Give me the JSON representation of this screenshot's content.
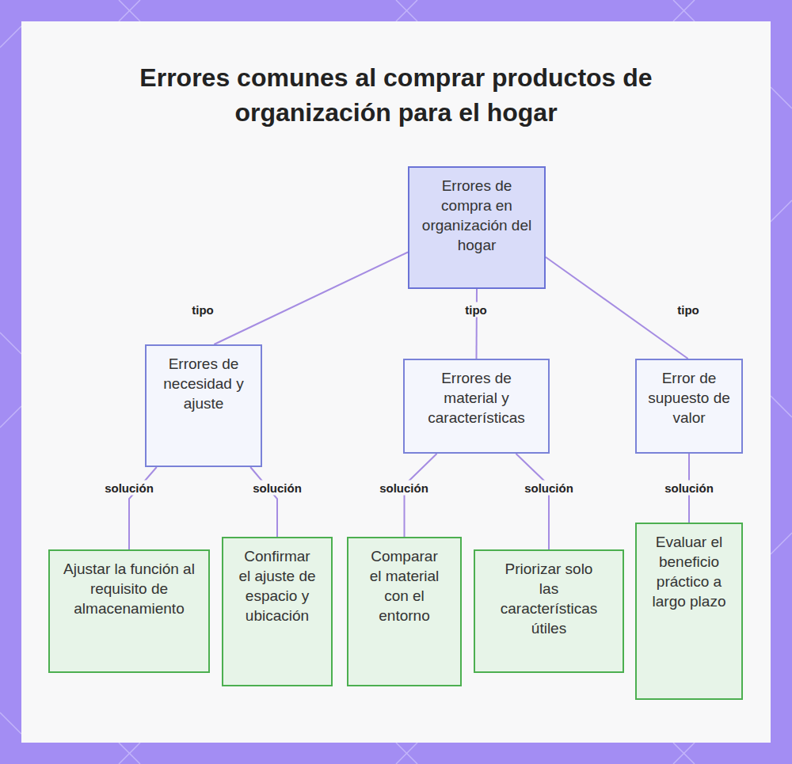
{
  "diagram": {
    "title": "Errores comunes al comprar productos de organización para el hogar",
    "nodes": [
      {
        "text": [
          "Errores de compra en organización del hogar"
        ]
      },
      {
        "text": [
          "Errores de necesidad y ajuste"
        ]
      },
      {
        "text": [
          "Errores de material y características"
        ]
      },
      {
        "text": [
          "Error de supuesto de valor"
        ]
      },
      {
        "text": [
          "Ajustar la función al requisito de almacenamiento"
        ]
      },
      {
        "text": [
          "Confirmar el ajuste de espacio y ubicación"
        ]
      },
      {
        "text": [
          "Comparar el material con el entorno"
        ]
      },
      {
        "text": [
          "Priorizar solo las características útiles"
        ]
      },
      {
        "text": [
          "Evaluar el beneficio práctico a largo plazo"
        ]
      }
    ],
    "edges": [
      {
        "from": 0,
        "to": 1,
        "label": "tipo",
        "arrow": "none"
      },
      {
        "from": 0,
        "to": 2,
        "label": "tipo",
        "arrow": "none"
      },
      {
        "from": 0,
        "to": 3,
        "label": "tipo",
        "arrow": "none"
      },
      {
        "from": 1,
        "to": 4,
        "label": "solución",
        "arrow": "none"
      },
      {
        "from": 1,
        "to": 5,
        "label": "solución",
        "arrow": "none"
      },
      {
        "from": 2,
        "to": 6,
        "label": "solución",
        "arrow": "none"
      },
      {
        "from": 2,
        "to": 7,
        "label": "solución",
        "arrow": "none"
      },
      {
        "from": 3,
        "to": 8,
        "label": "solución",
        "arrow": "none"
      }
    ]
  }
}
